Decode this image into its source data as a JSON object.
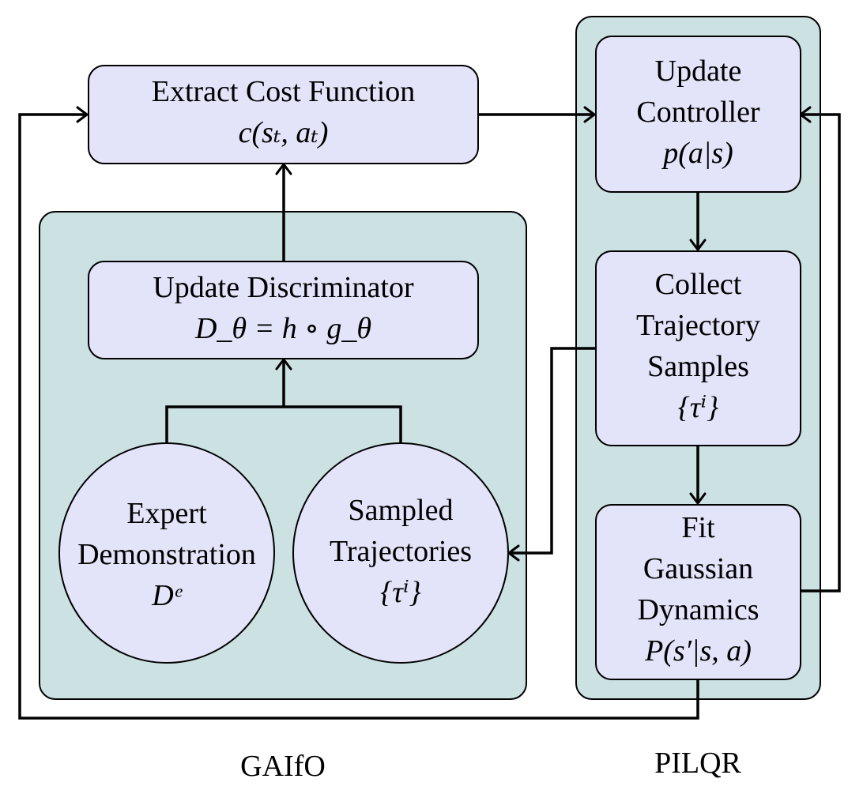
{
  "groups": {
    "gaifo": {
      "caption": "GAIfO"
    },
    "pilqr": {
      "caption": "PILQR"
    }
  },
  "nodes": {
    "extract_cost": {
      "title": "Extract Cost Function",
      "formula": "c(sₜ, aₜ)"
    },
    "update_discriminator": {
      "title": "Update Discriminator",
      "formula": "D_θ = h ∘ g_θ"
    },
    "expert_demo": {
      "line1": "Expert",
      "line2": "Demonstration",
      "formula": "Dᵉ"
    },
    "sampled_traj": {
      "line1": "Sampled",
      "line2": "Trajectories",
      "formula": "{τⁱ}"
    },
    "update_controller": {
      "line1": "Update",
      "line2": "Controller",
      "formula": "p(a|s)"
    },
    "collect_samples": {
      "line1": "Collect",
      "line2": "Trajectory",
      "line3": "Samples",
      "formula": "{τⁱ}"
    },
    "fit_dynamics": {
      "line1": "Fit",
      "line2": "Gaussian",
      "line3": "Dynamics",
      "formula": "P(s′|s, a)"
    }
  },
  "colors": {
    "group_fill": "#cce1e2",
    "node_fill": "#e3e3f9",
    "stroke": "#000000"
  }
}
